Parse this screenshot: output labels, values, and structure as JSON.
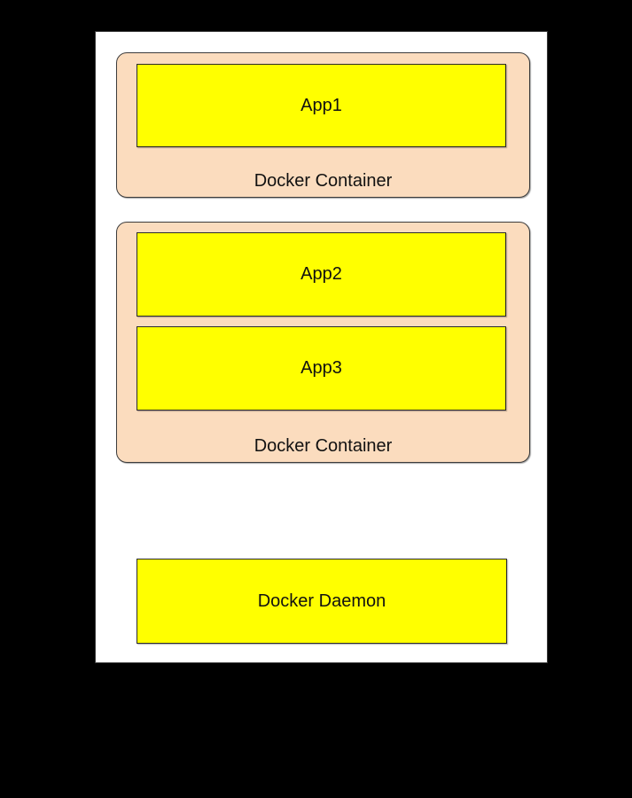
{
  "canvas": {
    "background": "#000000",
    "page_background": "#ffffff"
  },
  "colors": {
    "container_fill": "#fbdcbe",
    "app_fill": "#ffff00",
    "border": "#2b2b2b",
    "text": "#111111"
  },
  "diagram": {
    "containers": [
      {
        "label": "Docker Container",
        "apps": [
          {
            "label": "App1"
          }
        ]
      },
      {
        "label": "Docker Container",
        "apps": [
          {
            "label": "App2"
          },
          {
            "label": "App3"
          }
        ]
      }
    ],
    "daemon": {
      "label": "Docker Daemon"
    }
  }
}
